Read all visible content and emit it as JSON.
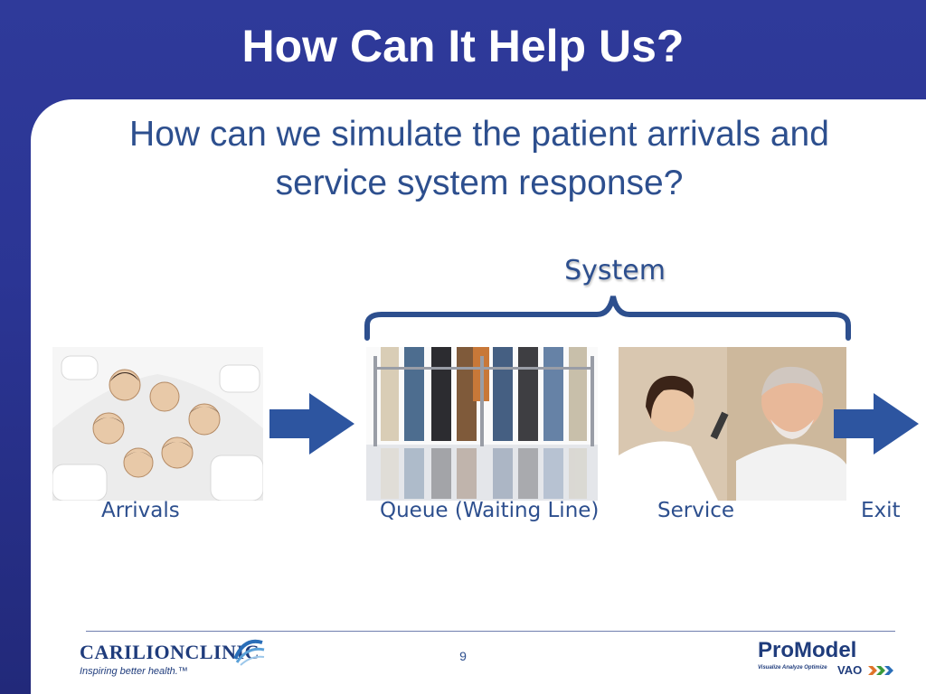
{
  "slide": {
    "title": "How Can It Help Us?",
    "subtitle_line1": "How can we simulate the patient arrivals and",
    "subtitle_line2": "service system response?",
    "system_label": "System",
    "page_number": "9"
  },
  "flow": [
    {
      "label": "Arrivals",
      "image": "group-of-people-photo"
    },
    {
      "label": "Queue (Waiting Line)",
      "image": "people-waiting-in-line-photo"
    },
    {
      "label": "Service",
      "image": "doctor-examining-patient-photo"
    },
    {
      "label": "Exit"
    }
  ],
  "logos": {
    "carilion_name": "CARILIONCLINIC",
    "carilion_tagline": "Inspiring better health.™",
    "promodel_name": "ProModel",
    "promodel_tagline": "Visualize Analyze Optimize",
    "promodel_vao": "VAO"
  },
  "colors": {
    "background": "#2b3594",
    "accent": "#2d4f8e",
    "arrow": "#2d55a0"
  },
  "icons": [
    "flow-arrow-icon",
    "system-brace-icon",
    "carilion-logo-icon",
    "promodel-chevrons-icon"
  ]
}
